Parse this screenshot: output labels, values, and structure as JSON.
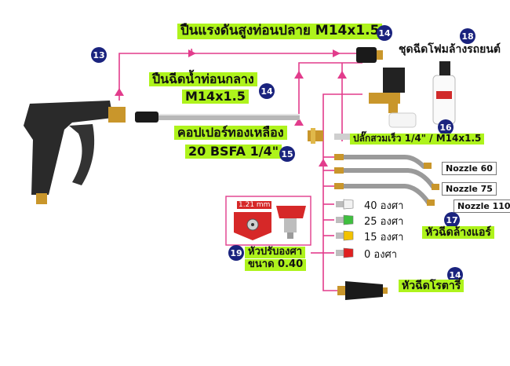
{
  "labels": {
    "pressure_gun_tail": "ปืนแรงดันสูงท่อนปลาย M14x1.5",
    "foam_set": "ชุดฉีดโฟมล้างรถยนต์",
    "mid_gun_line1": "ปืนฉีดน้ำท่อนกลาง",
    "mid_gun_line2": "M14x1.5",
    "coupler_line1": "คอปเปอร์ทองเหลือง",
    "coupler_line2": "20 BSFA 1/4\"",
    "quick_plug": "ปลั๊กสวมเร็ว 1/4\" / M14x1.5",
    "air_nozzle": "หัวฉีดล้างแอร์",
    "adjust_line1": "หัวปรับองศา",
    "adjust_line2": "ขนาด 0.40",
    "turbo": "หัวฉีดโรตารี่",
    "tip_size": "1.21 mm"
  },
  "badges": {
    "b13": "13",
    "b14_top": "14",
    "b14_mid": "14",
    "b14_turbo": "14",
    "b15": "15",
    "b16": "16",
    "b17": "17",
    "b18": "18",
    "b19": "19"
  },
  "nozzles": [
    {
      "label": "Nozzle 60"
    },
    {
      "label": "Nozzle 75"
    },
    {
      "label": "Nozzle 110"
    }
  ],
  "tips": [
    {
      "label": "40 องศา",
      "color": "#f2f2f2"
    },
    {
      "label": "25 องศา",
      "color": "#3fbf3f"
    },
    {
      "label": "15 องศา",
      "color": "#f2c200"
    },
    {
      "label": "0 องศา",
      "color": "#e02020"
    }
  ],
  "colors": {
    "connector": "#e23c8c",
    "connector_light": "#e28cbd",
    "highlight": "#aef31c",
    "badge": "#1a237e"
  }
}
